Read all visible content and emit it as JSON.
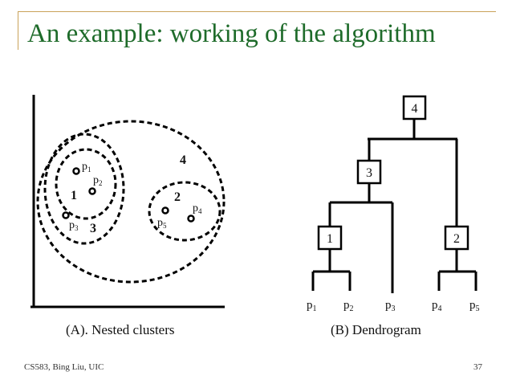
{
  "slide": {
    "title": "An example: working of  the algorithm",
    "footer_left": "CS583, Bing Liu, UIC",
    "page_number": "37",
    "title_color": "#1e6b2a",
    "frame_color": "#c9a25a"
  },
  "nested_clusters": {
    "caption": "(A). Nested clusters",
    "points": [
      {
        "base": "p",
        "sub": "1"
      },
      {
        "base": "p",
        "sub": "2"
      },
      {
        "base": "p",
        "sub": "3"
      },
      {
        "base": "p",
        "sub": "4"
      },
      {
        "base": "p",
        "sub": "5"
      }
    ],
    "cluster_labels": [
      "1",
      "2",
      "3",
      "4"
    ]
  },
  "dendrogram": {
    "caption": "(B) Dendrogram",
    "nodes": [
      "4",
      "3",
      "1",
      "2"
    ],
    "leaves": [
      {
        "base": "p",
        "sub": "1"
      },
      {
        "base": "p",
        "sub": "2"
      },
      {
        "base": "p",
        "sub": "3"
      },
      {
        "base": "p",
        "sub": "4"
      },
      {
        "base": "p",
        "sub": "5"
      }
    ]
  }
}
